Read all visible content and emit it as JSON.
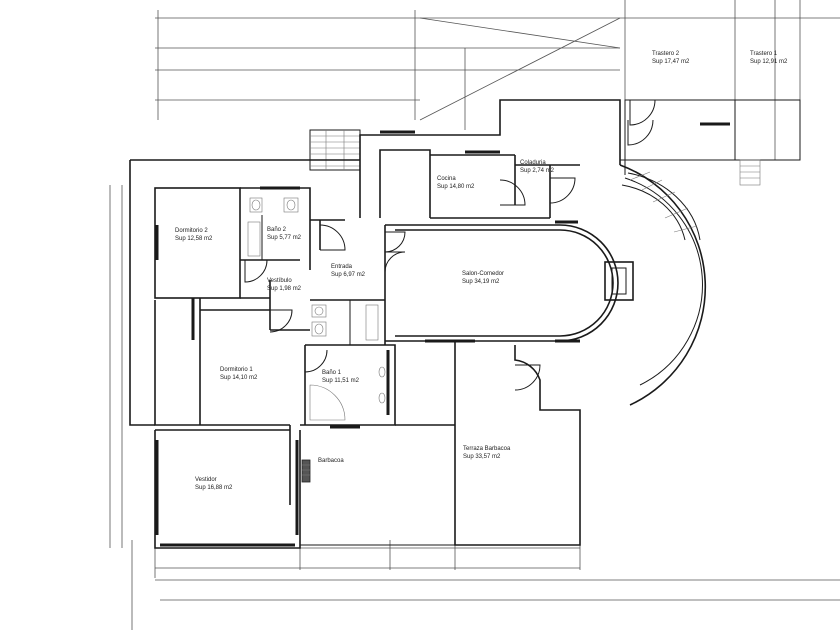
{
  "rooms": [
    {
      "id": "trastero-2",
      "name": "Trastero 2",
      "area": "Sup 17,47 m2"
    },
    {
      "id": "trastero-1",
      "name": "Trastero 1",
      "area": "Sup 12,91 m2"
    },
    {
      "id": "cocina",
      "name": "Cocina",
      "area": "Sup 14,80 m2"
    },
    {
      "id": "coladuria",
      "name": "Coladuria",
      "area": "Sup 2,74 m2"
    },
    {
      "id": "dormitorio-2",
      "name": "Dormitorio 2",
      "area": "Sup 12,58 m2"
    },
    {
      "id": "bano-2",
      "name": "Baño 2",
      "area": "Sup 5,77 m2"
    },
    {
      "id": "entrada",
      "name": "Entrada",
      "area": "Sup 6,97 m2"
    },
    {
      "id": "vestibulo",
      "name": "Vestíbulo",
      "area": "Sup 1,98 m2"
    },
    {
      "id": "salon-comedor",
      "name": "Salon-Comedor",
      "area": "Sup 34,19 m2"
    },
    {
      "id": "dormitorio-1",
      "name": "Dormitorio 1",
      "area": "Sup 14,10 m2"
    },
    {
      "id": "bano-1",
      "name": "Baño 1",
      "area": "Sup 11,51 m2"
    },
    {
      "id": "terraza-barbacoa",
      "name": "Terraza Barbacoa",
      "area": "Sup 33,57 m2"
    },
    {
      "id": "barbacoa",
      "name": "Barbacoa",
      "area": ""
    },
    {
      "id": "vestidor",
      "name": "Vestidor",
      "area": "Sup 16,88 m2"
    }
  ]
}
